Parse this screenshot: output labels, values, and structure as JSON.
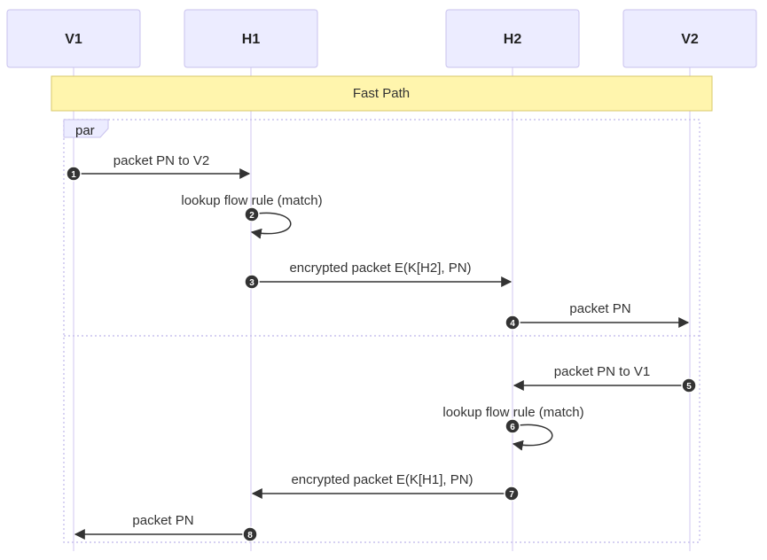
{
  "diagram": {
    "actors": [
      {
        "id": "V1",
        "label": "V1"
      },
      {
        "id": "H1",
        "label": "H1"
      },
      {
        "id": "H2",
        "label": "H2"
      },
      {
        "id": "V2",
        "label": "V2"
      }
    ],
    "note": {
      "text": "Fast Path"
    },
    "fragment": {
      "label": "par"
    },
    "messages": [
      {
        "num": "1",
        "from": "V1",
        "to": "H1",
        "text": "packet PN to V2"
      },
      {
        "num": "2",
        "from": "H1",
        "to": "H1",
        "text": "lookup flow rule (match)"
      },
      {
        "num": "3",
        "from": "H1",
        "to": "H2",
        "text": "encrypted packet E(K[H2], PN)"
      },
      {
        "num": "4",
        "from": "H2",
        "to": "V2",
        "text": "packet PN"
      },
      {
        "num": "5",
        "from": "V2",
        "to": "H2",
        "text": "packet PN to V1"
      },
      {
        "num": "6",
        "from": "H2",
        "to": "H2",
        "text": "lookup flow rule (match)"
      },
      {
        "num": "7",
        "from": "H2",
        "to": "H1",
        "text": "encrypted packet E(K[H1], PN)"
      },
      {
        "num": "8",
        "from": "H1",
        "to": "V1",
        "text": "packet PN"
      }
    ]
  }
}
